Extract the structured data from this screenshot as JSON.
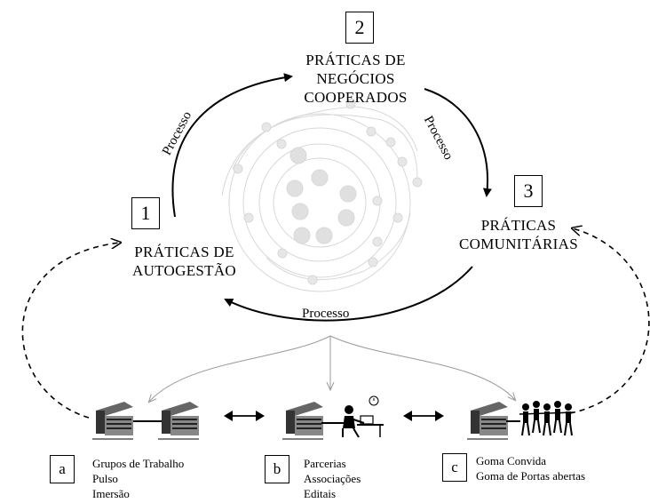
{
  "stages": [
    {
      "number": "1",
      "title_line1": "PRÁTICAS DE",
      "title_line2": "AUTOGESTÃO"
    },
    {
      "number": "2",
      "title_line1": "PRÁTICAS DE",
      "title_line2": "NEGÓCIOS",
      "title_line3": "COOPERADOS"
    },
    {
      "number": "3",
      "title_line1": "PRÁTICAS",
      "title_line2": "COMUNITÁRIAS"
    }
  ],
  "process_labels": [
    "Processo",
    "Processo",
    "Processo"
  ],
  "groups": [
    {
      "letter": "a",
      "items": [
        "Grupos de Trabalho",
        "Pulso",
        "Imersão"
      ]
    },
    {
      "letter": "b",
      "items": [
        "Parcerias",
        "Associações",
        "Editais"
      ]
    },
    {
      "letter": "c",
      "items": [
        "Goma Convida",
        "Goma de Portas abertas"
      ]
    }
  ]
}
